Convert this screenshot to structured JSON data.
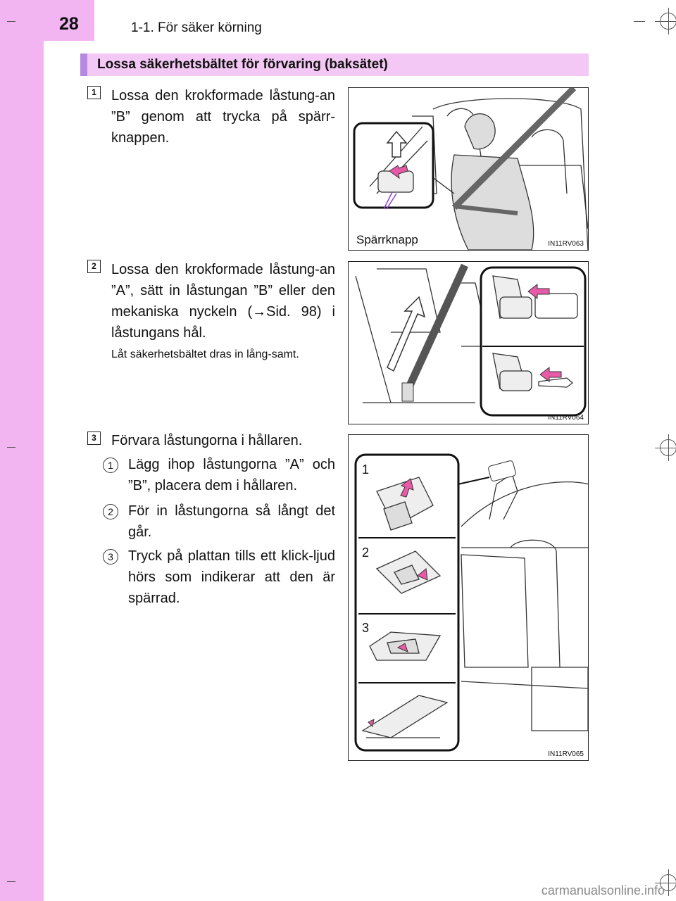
{
  "header": {
    "page_number": "28",
    "section": "1-1. För säker körning"
  },
  "heading": "Lossa säkerhetsbältet för förvaring (baksätet)",
  "steps": [
    {
      "number": "1",
      "text": "Lossa den krokformade låstung-an ”B” genom att trycka på spärr-knappen."
    },
    {
      "number": "2",
      "text": "Lossa den krokformade låstung-an ”A”, sätt in låstungan ”B” eller den mekaniska nyckeln (→Sid. 98) i låstungans hål.",
      "note": "Låt säkerhetsbältet dras in lång-samt."
    },
    {
      "number": "3",
      "text": "Förvara låstungorna i hållaren.",
      "substeps": [
        {
          "number": "1",
          "text": "Lägg ihop låstungorna ”A” och ”B”, placera dem i hållaren."
        },
        {
          "number": "2",
          "text": "För in låstungorna så långt det går."
        },
        {
          "number": "3",
          "text": "Tryck på plattan tills ett klick-ljud hörs som indikerar att den är spärrad."
        }
      ]
    }
  ],
  "figures": [
    {
      "code": "IN11RV063",
      "callout": "Spärrknapp"
    },
    {
      "code": "IN11RV064"
    },
    {
      "code": "IN11RV065",
      "labels": [
        "1",
        "2",
        "3"
      ]
    }
  ],
  "footer": "carmanualsonline.info",
  "colors": {
    "sidebar": "#f2b5f2",
    "heading_bar": "#f4c8f4",
    "heading_accent": "#b48ae0"
  }
}
